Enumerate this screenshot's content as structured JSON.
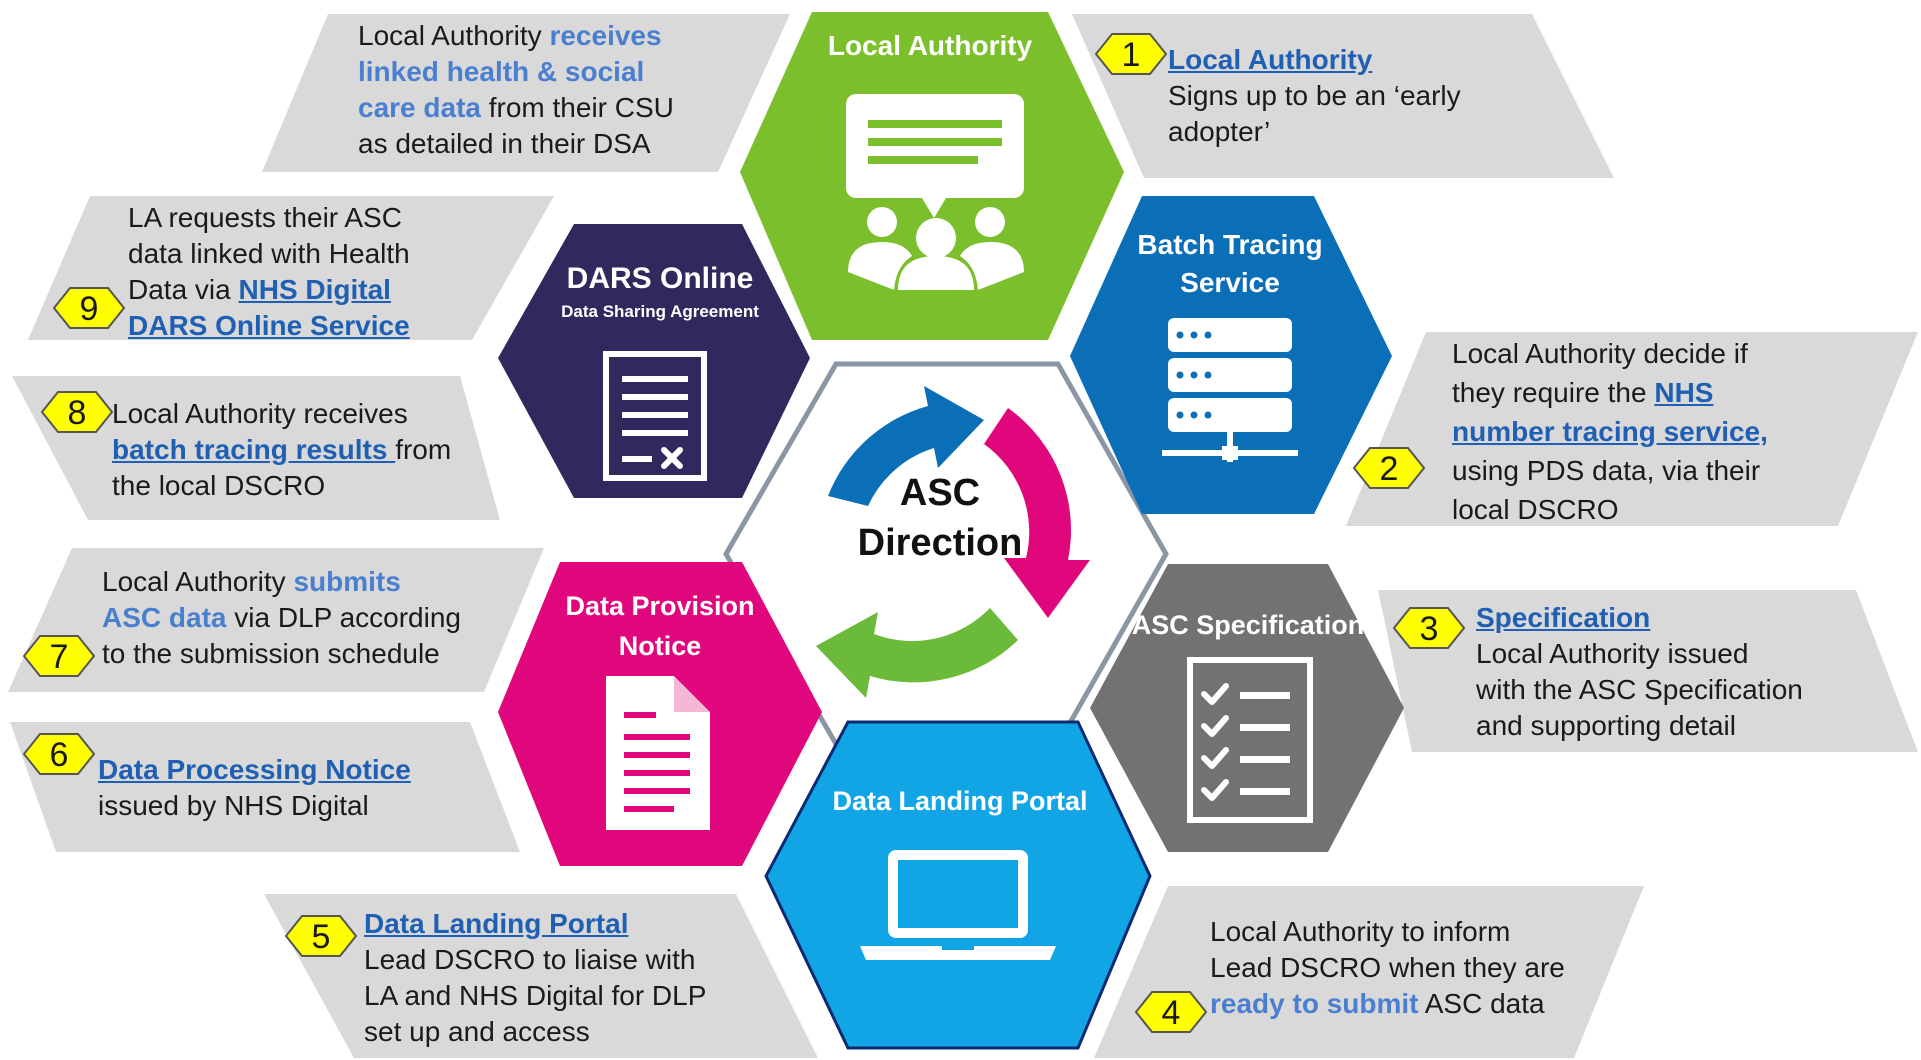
{
  "center": {
    "line1": "ASC",
    "line2": "Direction"
  },
  "hexagons": {
    "local_authority": {
      "title": "Local Authority",
      "color": "#7bbf2c",
      "icon": "users-speech-icon"
    },
    "batch_tracing": {
      "title_line1": "Batch Tracing",
      "title_line2": "Service",
      "color": "#0b6fb8",
      "icon": "server-icon"
    },
    "asc_specification": {
      "title": "ASC Specification",
      "color": "#727272",
      "icon": "checklist-icon"
    },
    "data_landing_portal": {
      "title": "Data Landing Portal",
      "color": "#12a5e6",
      "icon": "laptop-icon"
    },
    "data_provision_notice": {
      "title_line1": "Data Provision",
      "title_line2": "Notice",
      "color": "#e0077d",
      "icon": "document-icon"
    },
    "dars_online": {
      "title": "DARS Online",
      "subtitle": "Data Sharing Agreement",
      "color": "#30295e",
      "icon": "agreement-icon"
    }
  },
  "steps": {
    "s1": {
      "num": "1",
      "link": "Local Authority",
      "line1": "Signs up to be an ‘early",
      "line2": "adopter’"
    },
    "s2": {
      "num": "2",
      "line1": "Local Authority decide if",
      "line2_pre": "they require the ",
      "link_a": "NHS",
      "link_b": "number tracing service,",
      "line4": "using PDS data, via their",
      "line5": "local DSCRO"
    },
    "s3": {
      "num": "3",
      "link": "Specification",
      "line1": "Local Authority issued",
      "line2": "with the ASC Specification",
      "line3": "and supporting detail"
    },
    "s4": {
      "num": "4",
      "line1": "Local Authority to inform",
      "line2": "Lead DSCRO when they are",
      "hl": "ready to submit",
      "line3_post": " ASC data"
    },
    "s5": {
      "num": "5",
      "link": "Data Landing Portal",
      "line1": "Lead DSCRO to liaise with",
      "line2": "LA and NHS Digital for DLP",
      "line3": "set up and access"
    },
    "s6": {
      "num": "6",
      "link": "Data Processing Notice",
      "line1": "issued by NHS Digital"
    },
    "s7": {
      "num": "7",
      "line1_pre": "Local Authority ",
      "hl1": "submits",
      "hl2": "ASC data",
      "line2_post": " via DLP according",
      "line3": "to the submission schedule"
    },
    "s8": {
      "num": "8",
      "line1": "Local Authority receives",
      "link": "batch tracing results ",
      "line2_post": "from",
      "line3": "the local DSCRO"
    },
    "s9": {
      "num": "9",
      "line1": "LA requests their ASC",
      "line2": "data linked with Health",
      "line3_pre": "Data via ",
      "link_a": "NHS Digital",
      "link_b": "DARS Online Service"
    },
    "top": {
      "line1_pre": "Local Authority ",
      "hl1": "receives",
      "hl2": "linked health & social",
      "hl3": "care data",
      "line3_post": " from their CSU",
      "line4": "as detailed in their DSA"
    }
  }
}
